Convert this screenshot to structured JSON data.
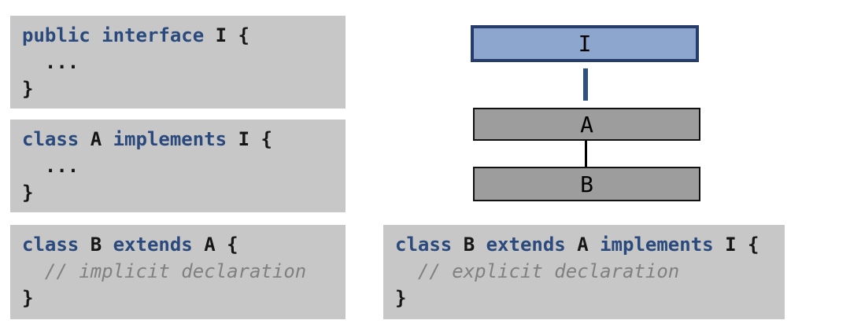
{
  "colors": {
    "code_bg": "#c7c7c7",
    "keyword": "#2a497c",
    "plain": "#161616",
    "comment": "#808080",
    "interface_fill": "#8da6ce",
    "interface_border": "#263c6b",
    "class_fill": "#9d9d9d",
    "class_border": "#111111",
    "implements_connector": "#2e5184",
    "extends_connector": "#000000"
  },
  "code_blocks": {
    "interface_i": {
      "lines": [
        [
          {
            "t": "public interface ",
            "k": "keyword"
          },
          {
            "t": "I {",
            "k": "plain"
          }
        ],
        [
          {
            "t": "  ...",
            "k": "plain"
          }
        ],
        [
          {
            "t": "}",
            "k": "plain"
          }
        ]
      ]
    },
    "class_a": {
      "lines": [
        [
          {
            "t": "class ",
            "k": "keyword"
          },
          {
            "t": "A ",
            "k": "plain"
          },
          {
            "t": "implements ",
            "k": "keyword"
          },
          {
            "t": "I {",
            "k": "plain"
          }
        ],
        [
          {
            "t": "  ...",
            "k": "plain"
          }
        ],
        [
          {
            "t": "}",
            "k": "plain"
          }
        ]
      ]
    },
    "class_b_implicit": {
      "lines": [
        [
          {
            "t": "class ",
            "k": "keyword"
          },
          {
            "t": "B ",
            "k": "plain"
          },
          {
            "t": "extends ",
            "k": "keyword"
          },
          {
            "t": "A {",
            "k": "plain"
          }
        ],
        [
          {
            "t": "  // implicit declaration",
            "k": "comment"
          }
        ],
        [
          {
            "t": "}",
            "k": "plain"
          }
        ]
      ]
    },
    "class_b_explicit": {
      "lines": [
        [
          {
            "t": "class ",
            "k": "keyword"
          },
          {
            "t": "B ",
            "k": "plain"
          },
          {
            "t": "extends ",
            "k": "keyword"
          },
          {
            "t": "A ",
            "k": "plain"
          },
          {
            "t": "implements ",
            "k": "keyword"
          },
          {
            "t": "I {",
            "k": "plain"
          }
        ],
        [
          {
            "t": "  // explicit declaration",
            "k": "comment"
          }
        ],
        [
          {
            "t": "}",
            "k": "plain"
          }
        ]
      ]
    }
  },
  "diagram": {
    "nodes": [
      {
        "id": "I",
        "label": "I",
        "kind": "interface"
      },
      {
        "id": "A",
        "label": "A",
        "kind": "class"
      },
      {
        "id": "B",
        "label": "B",
        "kind": "class"
      }
    ],
    "edges": [
      {
        "from": "I",
        "to": "A",
        "relation": "implements"
      },
      {
        "from": "A",
        "to": "B",
        "relation": "extends"
      }
    ]
  }
}
